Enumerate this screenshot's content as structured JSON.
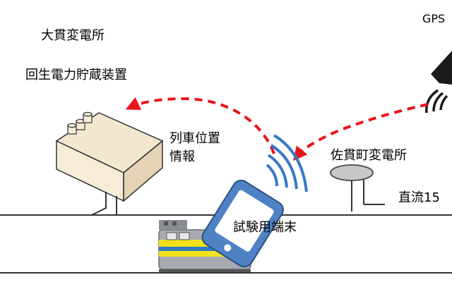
{
  "labels": {
    "substation_top": "大貫変電所",
    "storage_device": "回生電力貯蔵装置",
    "train_position_line1": "列車位置",
    "train_position_line2": "情報",
    "gps": "GPS",
    "substation_right": "佐貫町変電所",
    "dc": "直流15",
    "test_terminal": "試験用端末"
  },
  "colors": {
    "arrow": "#e8141a",
    "storage_box": "#f7ecd8",
    "signal_arc": "#3a78c8",
    "train_yellow": "#f2e21a",
    "train_blue": "#2f7ac0",
    "train_gray": "#a7abb1",
    "terminal_blue": "#4e82c4",
    "gps_dark": "#1a1a1a"
  },
  "icons": {
    "storage": "battery-box-icon",
    "gps": "gps-satellite-icon",
    "substation": "substation-dish-icon",
    "terminal": "tablet-terminal-icon",
    "train": "train-icon"
  }
}
